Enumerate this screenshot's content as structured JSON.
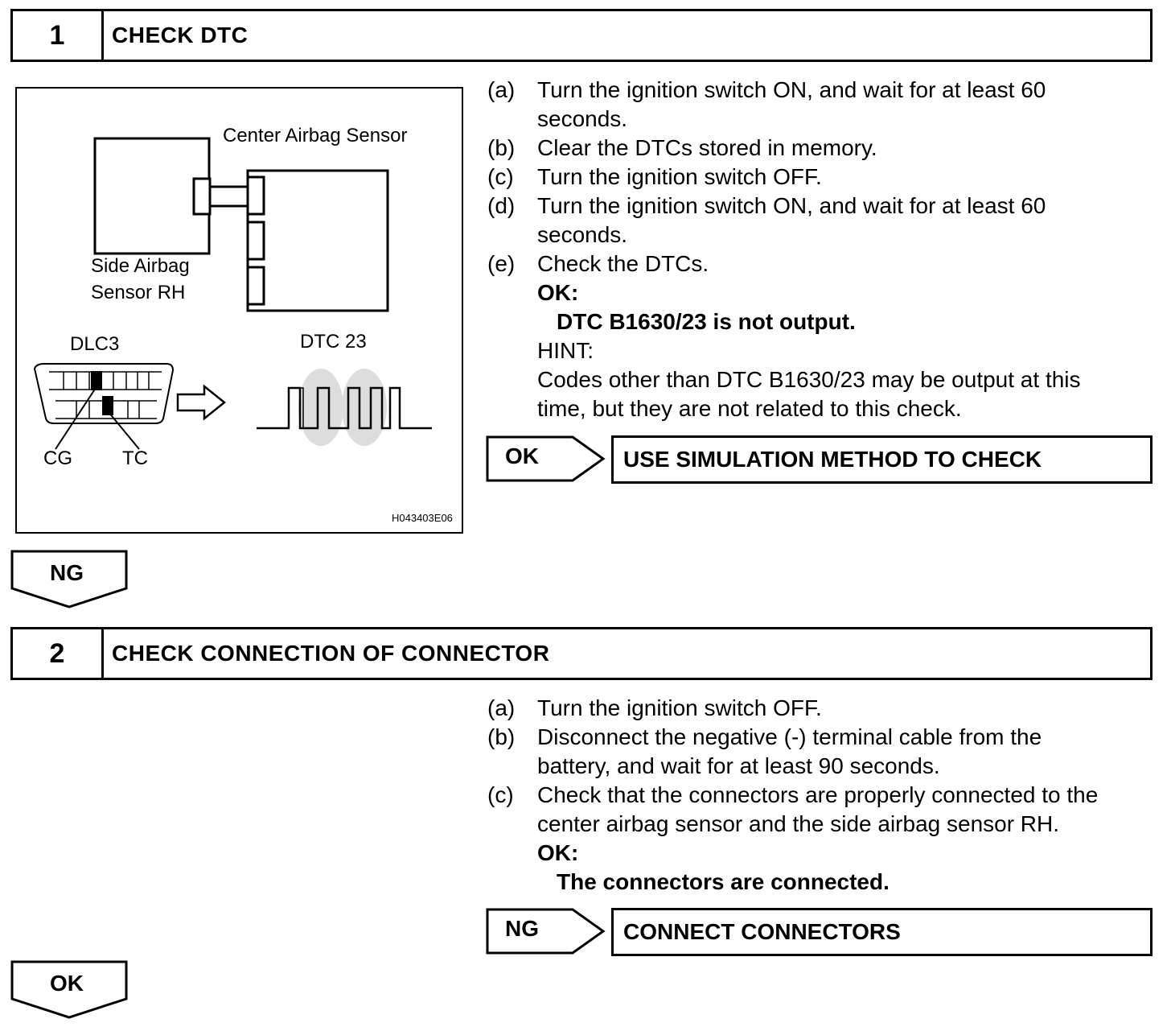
{
  "step1": {
    "number": "1",
    "title": "CHECK DTC",
    "figure": {
      "center_sensor_label": "Center Airbag Sensor",
      "side_sensor_label_1": "Side Airbag",
      "side_sensor_label_2": "Sensor RH",
      "dlc_label": "DLC3",
      "dtc_label": "DTC 23",
      "cg_label": "CG",
      "tc_label": "TC",
      "figure_code": "H043403E06"
    },
    "instructions": [
      {
        "label": "(a)",
        "line1": "Turn the ignition switch ON, and wait for at least 60",
        "line2": "seconds."
      },
      {
        "label": "(b)",
        "line1": "Clear the DTCs stored in memory."
      },
      {
        "label": "(c)",
        "line1": "Turn the ignition switch OFF."
      },
      {
        "label": "(d)",
        "line1": "Turn the ignition switch ON, and wait for at least 60",
        "line2": "seconds."
      },
      {
        "label": "(e)",
        "line1": "Check the DTCs."
      }
    ],
    "ok_heading": "OK:",
    "ok_text": "DTC B1630/23 is not output.",
    "hint_heading": "HINT:",
    "hint_line1": "Codes other than DTC B1630/23 may be output at this",
    "hint_line2": "time, but they are not related to this check.",
    "branch_label": "OK",
    "branch_result": "USE SIMULATION METHOD TO CHECK",
    "down_label": "NG"
  },
  "step2": {
    "number": "2",
    "title": "CHECK CONNECTION OF CONNECTOR",
    "instructions": [
      {
        "label": "(a)",
        "line1": "Turn the ignition switch OFF."
      },
      {
        "label": "(b)",
        "line1": "Disconnect the negative (-) terminal cable from the",
        "line2": "battery, and wait for at least 90 seconds."
      },
      {
        "label": "(c)",
        "line1": "Check that the connectors are properly connected to the",
        "line2": "center airbag sensor and the side airbag sensor RH."
      }
    ],
    "ok_heading": "OK:",
    "ok_text": "The connectors are connected.",
    "branch_label": "NG",
    "branch_result": "CONNECT CONNECTORS",
    "down_label": "OK"
  }
}
